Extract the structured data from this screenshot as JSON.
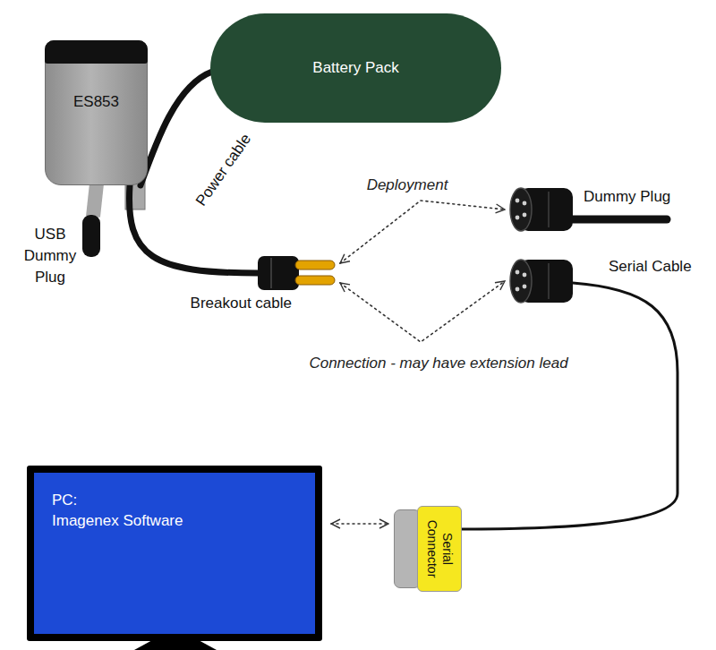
{
  "diagram": {
    "nodes": [
      {
        "text": [
          "ES853"
        ]
      },
      {
        "text": [
          "Battery Pack"
        ]
      },
      {
        "text": [
          "USB Dummy Plug"
        ]
      },
      {
        "text": [
          "Breakout cable"
        ]
      },
      {
        "text": [
          "Dummy Plug"
        ]
      },
      {
        "text": [
          "Serial Cable"
        ]
      },
      {
        "text": [
          "PC:",
          "Imagenex Software"
        ]
      },
      {
        "text": [
          "Serial Connector"
        ]
      }
    ],
    "edges": [
      {
        "from": 1,
        "to": 0,
        "label": "Power cable",
        "arrow": "none"
      },
      {
        "from": 0,
        "to": 3,
        "arrow": "none"
      },
      {
        "from": 0,
        "to": 2,
        "arrow": "none"
      },
      {
        "from": 3,
        "to": 4,
        "label": "Deployment",
        "arrow": "both"
      },
      {
        "from": 3,
        "to": 5,
        "label": "Connection - may have extension lead",
        "arrow": "both"
      },
      {
        "from": 5,
        "to": 7,
        "arrow": "none"
      },
      {
        "from": 6,
        "to": 7,
        "arrow": "both"
      }
    ]
  }
}
